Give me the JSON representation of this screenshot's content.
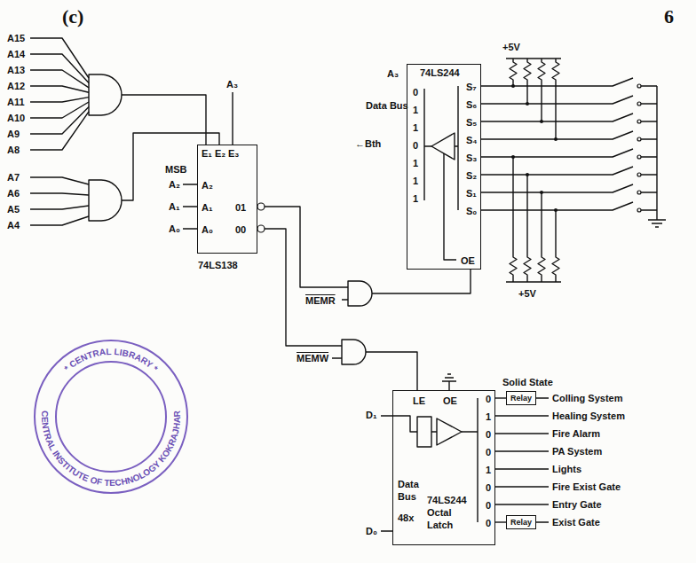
{
  "diagram": {
    "nodes": [
      {
        "text": [
          "E₁",
          "E₂",
          "E₃",
          "A₂",
          "A₁",
          "A₀",
          "01",
          "00",
          "74LS138"
        ]
      },
      {
        "text": [
          "74LS244",
          "0",
          "1",
          "1",
          "0",
          "1",
          "1",
          "1",
          "S₇",
          "S₆",
          "S₅",
          "S₄",
          "S₃",
          "S₂",
          "S₁",
          "S₀",
          "OE"
        ]
      },
      {
        "text": [
          "LE",
          "OE",
          "Data Bus",
          "48x",
          "74LS244 Octal Latch",
          "0",
          "1",
          "0",
          "0",
          "1",
          "0",
          "0",
          "0"
        ]
      },
      {
        "text": [
          "Relay"
        ]
      },
      {
        "text": [
          "Relay"
        ]
      }
    ],
    "edges": [
      {
        "from": 2,
        "to": 3,
        "arrow": "none"
      },
      {
        "from": 2,
        "to": 4,
        "arrow": "none"
      }
    ],
    "labels": [
      "(c)",
      "6",
      "A15",
      "A14",
      "A13",
      "A12",
      "A11",
      "A10",
      "A9",
      "A8",
      "A7",
      "A6",
      "A5",
      "A4",
      "A₃",
      "MSB",
      "A₂",
      "A₁",
      "A₀",
      "A₃",
      "Data Bus",
      "←Bth",
      "+5V",
      "+5V",
      "MEMR",
      "MEMW",
      "D₁",
      "D₀",
      "Solid State",
      "Colling System",
      "Healing System",
      "Fire Alarm",
      "PA System",
      "Lights",
      "Fire Exist Gate",
      "Entry Gate",
      "Exist Gate",
      "* CENTRAL LIBRARY *",
      "CENTRAL INSTITUTE OF TECHNOLOGY KOKRAJHAR"
    ]
  }
}
